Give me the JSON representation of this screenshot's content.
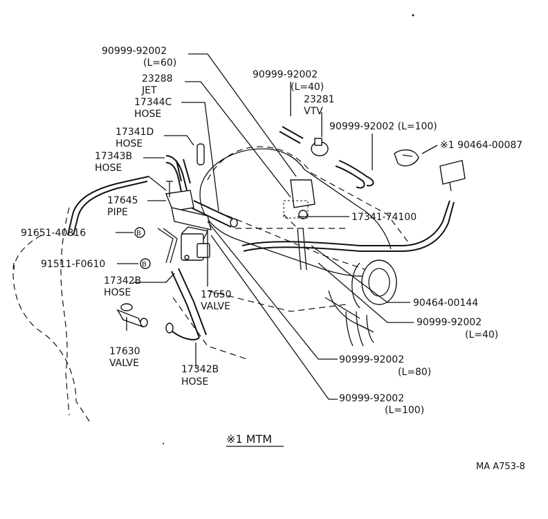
{
  "labels": {
    "p90999_92002_l60_num": "90999-92002",
    "p90999_92002_l60_len": "(L=60)",
    "p23288_num": "23288",
    "p23288_name": "JET",
    "p17344c_num": "17344C",
    "p17344c_name": "HOSE",
    "p17341d_num": "17341D",
    "p17341d_name": "HOSE",
    "p17343b_num": "17343B",
    "p17343b_name": "HOSE",
    "p17645_num": "17645",
    "p17645_name": "PIPE",
    "p91651_num": "91651-40816",
    "p91651_ref": "B",
    "p91511_num": "91511-F0610",
    "p91511_ref": "B",
    "p17342b_upper_num": "17342B",
    "p17342b_upper_name": "HOSE",
    "p17650_num": "17650",
    "p17650_name": "VALVE",
    "p17630_num": "17630",
    "p17630_name": "VALVE",
    "p17342b_lower_num": "17342B",
    "p17342b_lower_name": "HOSE",
    "p90999_92002_l40_top_num": "90999-92002",
    "p90999_92002_l40_top_len": "(L=40)",
    "p23281_num": "23281",
    "p23281_name": "VTV",
    "p90999_92002_l100_top": "90999-92002 (L=100)",
    "p90464_00087": "※1 90464-00087",
    "p17341_74100": "17341-74100",
    "p90464_00144": "90464-00144",
    "p90999_92002_l40_right_num": "90999-92002",
    "p90999_92002_l40_right_len": "(L=40)",
    "p90999_92002_l80_num": "90999-92002",
    "p90999_92002_l80_len": "(L=80)",
    "p90999_92002_l100_bottom_num": "90999-92002",
    "p90999_92002_l100_bottom_len": "(L=100)",
    "footnote": "※1 MTM",
    "diagram_code": "MA A753-8"
  }
}
